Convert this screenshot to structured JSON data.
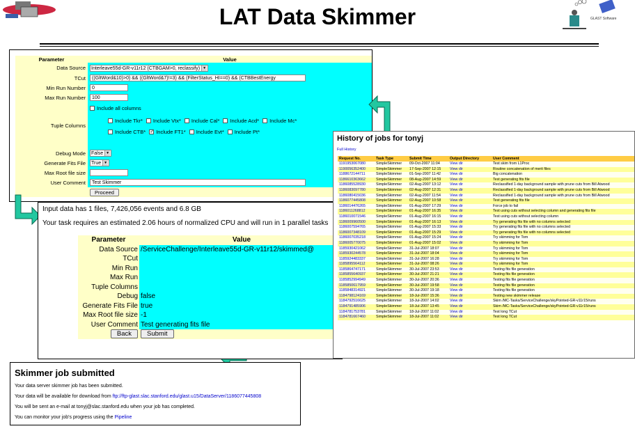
{
  "title": "LAT Data Skimmer",
  "logo_right_text": "GLAST Software",
  "colors": {
    "cyan": "#00ffff",
    "label_bg": "#ffffc8",
    "header_orange": "#ffcc44",
    "arrow_green": "#22c7a0"
  },
  "form": {
    "header_param": "Parameter",
    "header_value": "Value",
    "rows": {
      "data_source_label": "Data Source",
      "data_source_value": "Interleave55d-GR-v11r12 (CTBGAM>0, reclassify)",
      "tcut_label": "TCut",
      "tcut_value": "((GltWord&10)>0) && ((GltWord&7)!=3) && (FilterStatus_HI==0) && (CTBBestEnergy",
      "min_run_label": "Min Run Number",
      "min_run_value": "0",
      "max_run_label": "Max Run Number",
      "max_run_value": "100",
      "tuple_label": "Tuple Columns",
      "include_all": "Include all columns",
      "tuple_items_row1": [
        "Include Tkr*",
        "Include Vtx*",
        "Include Cal*",
        "Include Acd*",
        "Include Mc*"
      ],
      "tuple_items_row2": [
        "Include CTB*",
        "Include FT1*",
        "Include Evt*",
        "Include Pt*"
      ],
      "debug_label": "Debug Mode",
      "debug_value": "False",
      "fits_label": "Generate Fits File",
      "fits_value": "True",
      "maxroot_label": "Max Root file size",
      "maxroot_value": "",
      "comment_label": "User Comment",
      "comment_value": "Test Skimmer",
      "proceed": "Proceed"
    }
  },
  "history": {
    "title": "History of jobs for tonyj",
    "full_history": "Full History",
    "columns": [
      "Request No.",
      "Task Type",
      "Submit Time",
      "Output Directory",
      "User Comment"
    ],
    "rows": [
      [
        "1191953067080",
        "SimpleSkimmer",
        "09-Oct-2007 11:04",
        "View dir",
        "Test skim from L1Proc"
      ],
      [
        "1190056352400",
        "SimpleSkimmer",
        "17-Sep-2007 12:15",
        "View dir",
        "Routine concatenation of merit files"
      ],
      [
        "1188672144711",
        "SimpleSkimmer",
        "01-Sep-2007 11:42",
        "View dir",
        "Big concatenation"
      ],
      [
        "1186610363662",
        "SimpleSkimmer",
        "08-Aug-2007 14:59",
        "View dir",
        "Test generating fits file"
      ],
      [
        "1186085528930",
        "SimpleSkimmer",
        "02-Aug-2007 13:12",
        "View dir",
        "Reclassified 1-day background sample with prune cuts from Bill Atwood"
      ],
      [
        "1186083097780",
        "SimpleSkimmer",
        "02-Aug-2007 12:31",
        "View dir",
        "Reclassified 1-day background sample with prune cuts from Bill Atwood"
      ],
      [
        "1186080415036",
        "SimpleSkimmer",
        "02-Aug-2007 11:54",
        "View dir",
        "Reclassified 1-day background sample with prune cuts from Bill Atwood"
      ],
      [
        "1186077445808",
        "SimpleSkimmer",
        "02-Aug-2007 10:58",
        "View dir",
        "Test generating fits file"
      ],
      [
        "1186014476265",
        "SimpleSkimmer",
        "01-Aug-2007 17:29",
        "View dir",
        "Force job to fail"
      ],
      [
        "1186011268812",
        "SimpleSkimmer",
        "01-Aug-2007 16:35",
        "View dir",
        "Test using cuts without selecting column and generating fits file"
      ],
      [
        "1186010071546",
        "SimpleSkimmer",
        "01-Aug-2007 16:15",
        "View dir",
        "Test using cuts without selecting column"
      ],
      [
        "1186009960500",
        "SimpleSkimmer",
        "01-Aug-2007 16:13",
        "View dir",
        "Try generating fits file with no columns selected"
      ],
      [
        "1186007594765",
        "SimpleSkimmer",
        "01-Aug-2007 15:33",
        "View dir",
        "Try generating fits file with no columns selected"
      ],
      [
        "1186007348109",
        "SimpleSkimmer",
        "01-Aug-2007 15:29",
        "View dir",
        "Try generating fits file with no columns selected"
      ],
      [
        "1186007035218",
        "SimpleSkimmer",
        "01-Aug-2007 15:24",
        "View dir",
        "Try skimming for Tom"
      ],
      [
        "1186005770075",
        "SimpleSkimmer",
        "01-Aug-2007 15:02",
        "View dir",
        "Try skimming for Tom"
      ],
      [
        "1185930421062",
        "SimpleSkimmer",
        "31-Jul-2007 18:07",
        "View dir",
        "Try skimming for Tom"
      ],
      [
        "1185930244578",
        "SimpleSkimmer",
        "31-Jul-2007 18:04",
        "View dir",
        "Try skimming for Tom"
      ],
      [
        "1185924483337",
        "SimpleSkimmer",
        "31-Jul-2007 16:28",
        "View dir",
        "Try skimming for Tom"
      ],
      [
        "1185895564112",
        "SimpleSkimmer",
        "31-Jul-2007 08:26",
        "View dir",
        "Try skimming for Tom"
      ],
      [
        "1185864747171",
        "SimpleSkimmer",
        "30-Jul-2007 23:53",
        "View dir",
        "Testing fits file generation"
      ],
      [
        "1185855640937",
        "SimpleSkimmer",
        "30-Jul-2007 21:21",
        "View dir",
        "Testing fits file generation"
      ],
      [
        "1185852994949",
        "SimpleSkimmer",
        "30-Jul-2007 20:36",
        "View dir",
        "Testing fits file generation"
      ],
      [
        "1185850617959",
        "SimpleSkimmer",
        "30-Jul-2007 19:58",
        "View dir",
        "Testing fits file generation"
      ],
      [
        "1185848314921",
        "SimpleSkimmer",
        "30-Jul-2007 19:18",
        "View dir",
        "Testing fits file generation"
      ],
      [
        "1184798124169",
        "SimpleSkimmer",
        "18-Jul-2007 15:36",
        "View dir",
        "Testing new skimmer release"
      ],
      [
        "1184792516625",
        "SimpleSkimmer",
        "18-Jul-2007 14:02",
        "View dir",
        "Skim /MC-Tasks/ServiceChallenge/skyPointed-GR-v11r15/runs"
      ],
      [
        "1184791485906",
        "SimpleSkimmer",
        "18-Jul-2007 13:45",
        "View dir",
        "Skim /MC-Tasks/ServiceChallenge/skyPointed-GR-v11r15/runs"
      ],
      [
        "1184781753781",
        "SimpleSkimmer",
        "18-Jul-2007 11:02",
        "View dir",
        "Test long TCut"
      ],
      [
        "1184781667460",
        "SimpleSkimmer",
        "18-Jul-2007 11:02",
        "View dir",
        "Test long TCut"
      ]
    ]
  },
  "confirm": {
    "line1": "Input data has 1 files, 7,426,056 events and 6.8 GB",
    "line2": "Your task requires an estimated 2.06 hours of normalized CPU and will run in 1 parallel tasks",
    "header_param": "Parameter",
    "header_value": "Value",
    "rows": [
      {
        "label": "Data Source",
        "value": "/ServiceChallenge/Interleave55d-GR-v11r12/skimmed@"
      },
      {
        "label": "TCut",
        "value": ""
      },
      {
        "label": "Min Run",
        "value": ""
      },
      {
        "label": "Max Run",
        "value": ""
      },
      {
        "label": "Tuple Columns",
        "value": ""
      },
      {
        "label": "Debug",
        "value": "false"
      },
      {
        "label": "Generate Fits File",
        "value": "true"
      },
      {
        "label": "Max Root file size",
        "value": "-1"
      },
      {
        "label": "User Comment",
        "value": "Test generating fits file"
      }
    ],
    "back": "Back",
    "submit": "Submit"
  },
  "submitted": {
    "title": "Skimmer job submitted",
    "line1": "Your data server skimmer job has been submitted.",
    "line2_prefix": "Your data will be available for download from ",
    "line2_link": "ftp://ftp-glast.slac.stanford.edu/glast.u15/DataServer/1186077445808",
    "line3": "You will be sent an e-mail at tonyj@slac.stanford.edu when your job has completed.",
    "line4_prefix": "You can monitor your job's progress using the ",
    "line4_link": "Pipeline"
  }
}
